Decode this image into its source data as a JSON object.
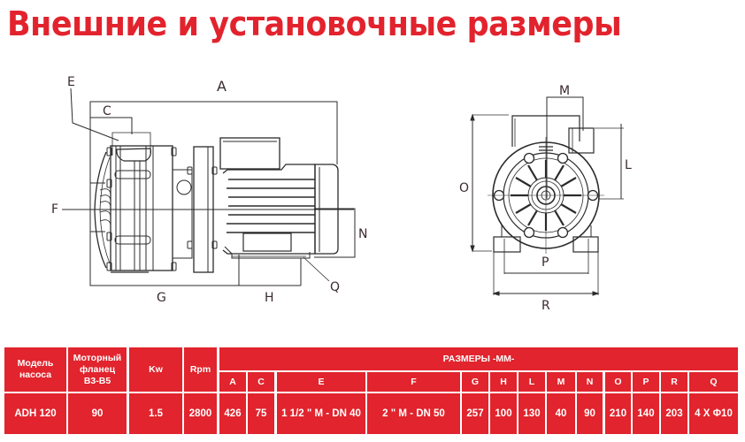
{
  "title": "Внешние и установочные размеры",
  "side_view": {
    "labels": {
      "A": "A",
      "C": "C",
      "E": "E",
      "F": "F",
      "G": "G",
      "H": "H",
      "N": "N",
      "Q": "Q"
    }
  },
  "front_view": {
    "labels": {
      "M": "M",
      "L": "L",
      "O": "O",
      "P": "P",
      "R": "R"
    }
  },
  "table": {
    "headers": {
      "model": "Модель насоса",
      "motor_flange": "Моторный фланец B3-B5",
      "kw": "Kw",
      "rpm": "Rpm",
      "dimensions_group": "РАЗМЕРЫ -ММ-"
    },
    "dimension_columns": [
      "A",
      "C",
      "E",
      "F",
      "G",
      "H",
      "L",
      "M",
      "N",
      "O",
      "P",
      "R",
      "Q"
    ],
    "rows": [
      {
        "model": "ADH 120",
        "motor_flange": "90",
        "kw": "1.5",
        "rpm": "2800",
        "A": "426",
        "C": "75",
        "E": "1 1/2 \" M - DN 40",
        "F": "2 \" M - DN 50",
        "G": "257",
        "H": "100",
        "L": "130",
        "M": "40",
        "N": "90",
        "O": "210",
        "P": "140",
        "R": "203",
        "Q": "4 X Φ10"
      }
    ]
  },
  "colors": {
    "accent_red": "#e1242d",
    "title_red": "#e2232d",
    "line": "#2b2b2b"
  }
}
